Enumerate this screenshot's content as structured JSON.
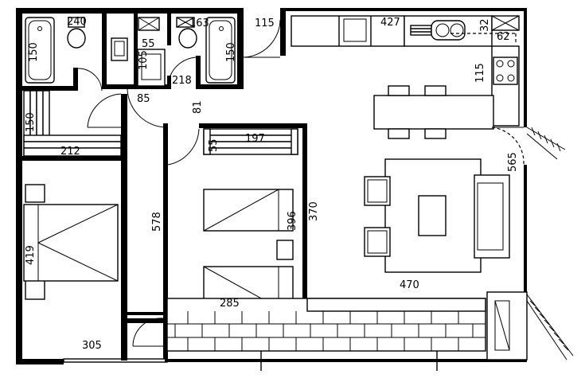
{
  "dimensions": {
    "bath1_tub_width": "240",
    "bath1_tub_length": "150",
    "wc_sink_width": "55",
    "wc_sink_depth": "105",
    "bath2_tub_width": "163",
    "bath2_tub_length": "150",
    "entry_door_width": "115",
    "kitchen_counter_length": "427",
    "kitchen_sink_width": "32",
    "kitchen_corner": "62",
    "kitchen_island_depth": "115",
    "hall_width": "218",
    "door_85": "85",
    "door_81": "81",
    "wardrobe1_depth": "150",
    "wardrobe1_length": "212",
    "bedroom1_height": "419",
    "bedroom1_width": "305",
    "corridor_length": "578",
    "wardrobe2_depth": "55",
    "wardrobe2_length": "197",
    "bedroom2_inner_height": "396",
    "bedroom2_height": "370",
    "bedroom2_width": "285",
    "living_width": "470",
    "balcony_door": "565"
  }
}
